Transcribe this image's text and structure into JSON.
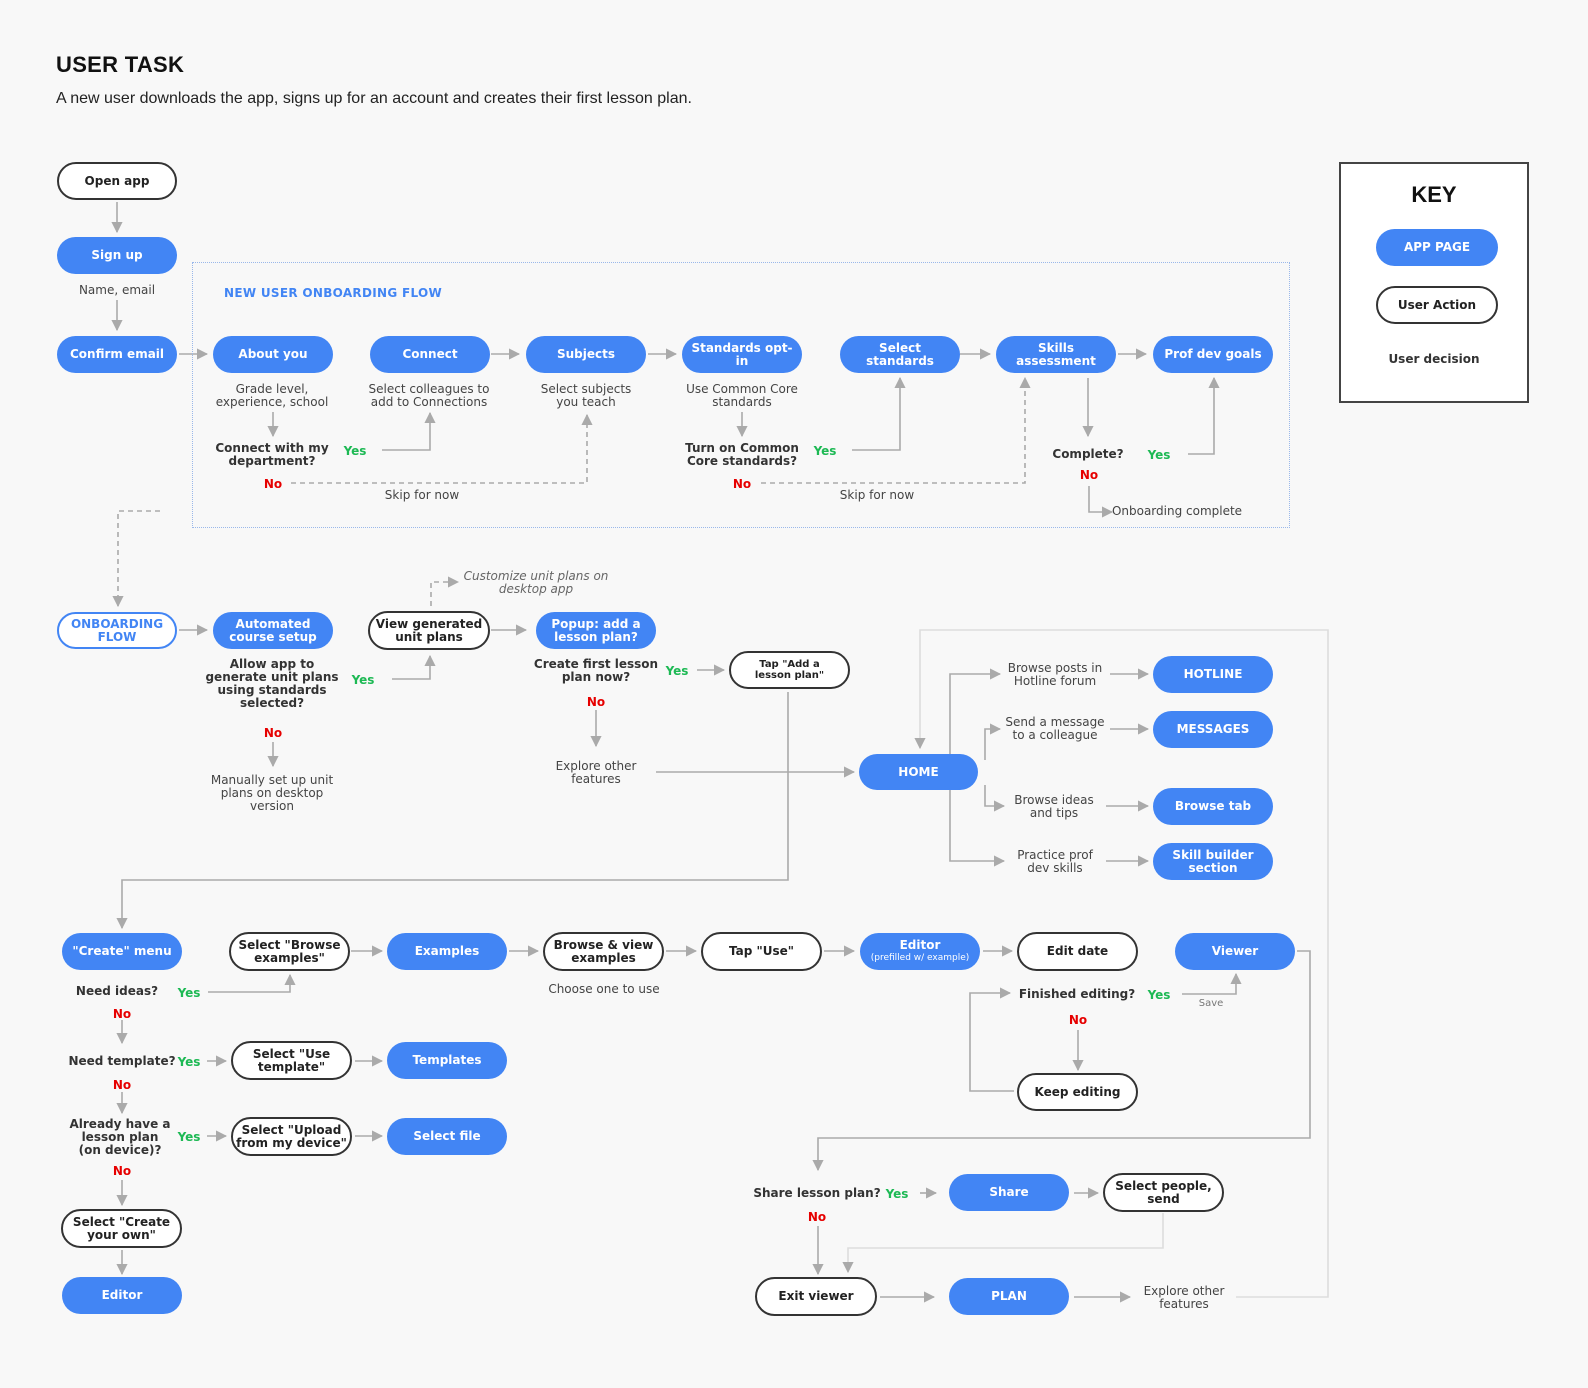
{
  "header": {
    "title": "USER TASK",
    "subtitle": "A new user downloads the app, signs up for an account and creates their first lesson plan."
  },
  "key": {
    "title": "KEY",
    "app_page": "APP PAGE",
    "user_action": "User Action",
    "user_decision": "User decision"
  },
  "onboarding": {
    "label": "NEW USER ONBOARDING FLOW",
    "about_you": "About you",
    "about_you_note": "Grade level,\nexperience, school",
    "connect_q": "Connect with my\ndepartment?",
    "connect": "Connect",
    "connect_note": "Select colleagues to\nadd to Connections",
    "subjects": "Subjects",
    "subjects_note": "Select subjects\nyou teach",
    "skip1": "Skip for now",
    "standards_optin": "Standards opt-in",
    "standards_note": "Use Common Core\nstandards",
    "turn_on_q": "Turn on Common\nCore standards?",
    "select_standards": "Select standards",
    "skip2": "Skip for now",
    "skills_assessment": "Skills assessment",
    "complete_q": "Complete?",
    "prof_dev_goals": "Prof dev goals",
    "onboarding_complete": "Onboarding complete"
  },
  "start": {
    "open_app": "Open app",
    "sign_up": "Sign up",
    "name_email": "Name, email",
    "confirm_email": "Confirm email"
  },
  "course": {
    "onboarding_flow": "ONBOARDING\nFLOW",
    "automated_setup": "Automated\ncourse setup",
    "allow_q": "Allow app to\ngenerate unit plans\nusing standards\nselected?",
    "manual": "Manually set up unit\nplans on desktop\nversion",
    "view_generated": "View generated\nunit plans",
    "customize": "Customize unit plans on\ndesktop app",
    "popup": "Popup: add a\nlesson plan?",
    "create_first_q": "Create first lesson\nplan now?",
    "explore": "Explore other\nfeatures",
    "tap_add": "Tap \"Add a\nlesson plan\""
  },
  "home": {
    "home": "HOME",
    "browse_posts": "Browse posts in\nHotline forum",
    "hotline": "HOTLINE",
    "send_message": "Send a message\nto a colleague",
    "messages": "MESSAGES",
    "browse_ideas": "Browse ideas\nand tips",
    "browse_tab": "Browse tab",
    "practice": "Practice prof\ndev skills",
    "skill_builder": "Skill builder\nsection"
  },
  "create": {
    "create_menu": "\"Create\" menu",
    "need_ideas_q": "Need ideas?",
    "select_browse": "Select \"Browse\nexamples\"",
    "examples": "Examples",
    "browse_view": "Browse & view\nexamples",
    "choose_one": "Choose one to use",
    "tap_use": "Tap \"Use\"",
    "editor_prefilled": "Editor",
    "editor_prefilled_sub": "(prefilled w/ example)",
    "edit_date": "Edit date",
    "finished_q": "Finished editing?",
    "viewer": "Viewer",
    "save": "Save",
    "keep_editing": "Keep editing",
    "need_template_q": "Need template?",
    "select_use_template": "Select \"Use\ntemplate\"",
    "templates": "Templates",
    "already_have_q": "Already have a\nlesson plan\n(on device)?",
    "select_upload": "Select \"Upload\nfrom my device\"",
    "select_file": "Select file",
    "select_create_own": "Select \"Create\nyour own\"",
    "editor": "Editor"
  },
  "share": {
    "share_q": "Share lesson plan?",
    "share": "Share",
    "select_people": "Select people,\nsend",
    "exit_viewer": "Exit viewer",
    "plan": "PLAN",
    "explore": "Explore other\nfeatures"
  },
  "labels": {
    "yes": "Yes",
    "no": "No"
  },
  "colors": {
    "app_page": "#4285f4",
    "yes": "#1db954",
    "no": "#e60000",
    "line": "#aaaaaa"
  }
}
